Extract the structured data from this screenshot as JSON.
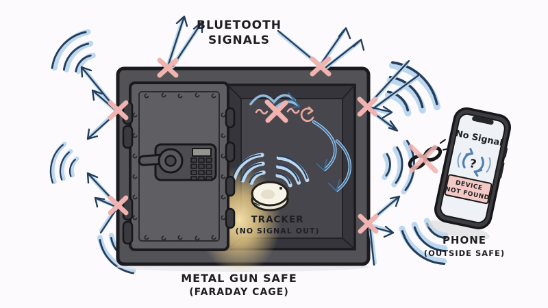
{
  "illustration": {
    "title": {
      "line1": "BLUETOOTH",
      "line2": "SIGNALS"
    },
    "safe": {
      "label_line1": "METAL GUN SAFE",
      "label_line2": "(FARADAY CAGE)"
    },
    "tracker": {
      "label_line1": "TRACKER",
      "label_line2": "(NO SIGNAL OUT)"
    },
    "phone": {
      "label_line1": "PHONE",
      "label_line2": "(OUTSIDE SAFE)",
      "screen": {
        "status": "No Signal",
        "badge_line1": "DEVICE",
        "badge_line2": "NOT FOUND"
      }
    },
    "icons": {
      "signal": "bluetooth-arc",
      "blocked": "pink-x",
      "bounce": "reflected-arrow",
      "broken_link": "chain-broken",
      "searching": "refresh-question",
      "absorbed": "loop-arrow"
    },
    "colors": {
      "background": "#fcfafc",
      "ink": "#1e1e23",
      "signal_arc_dark": "#233d5c",
      "signal_arc_light": "#bdd8ee",
      "blocked_x_pink": "#f0b3af",
      "glow_yellow": "#f5d98f",
      "safe_gray": "#525257",
      "safe_door_gray": "#5e5e63",
      "safe_interior": "#3c3c42",
      "phone_screen": "#eef2f7",
      "badge_pink": "#f4c9c5",
      "refresh_icon_blue": "#4f7fae"
    }
  }
}
